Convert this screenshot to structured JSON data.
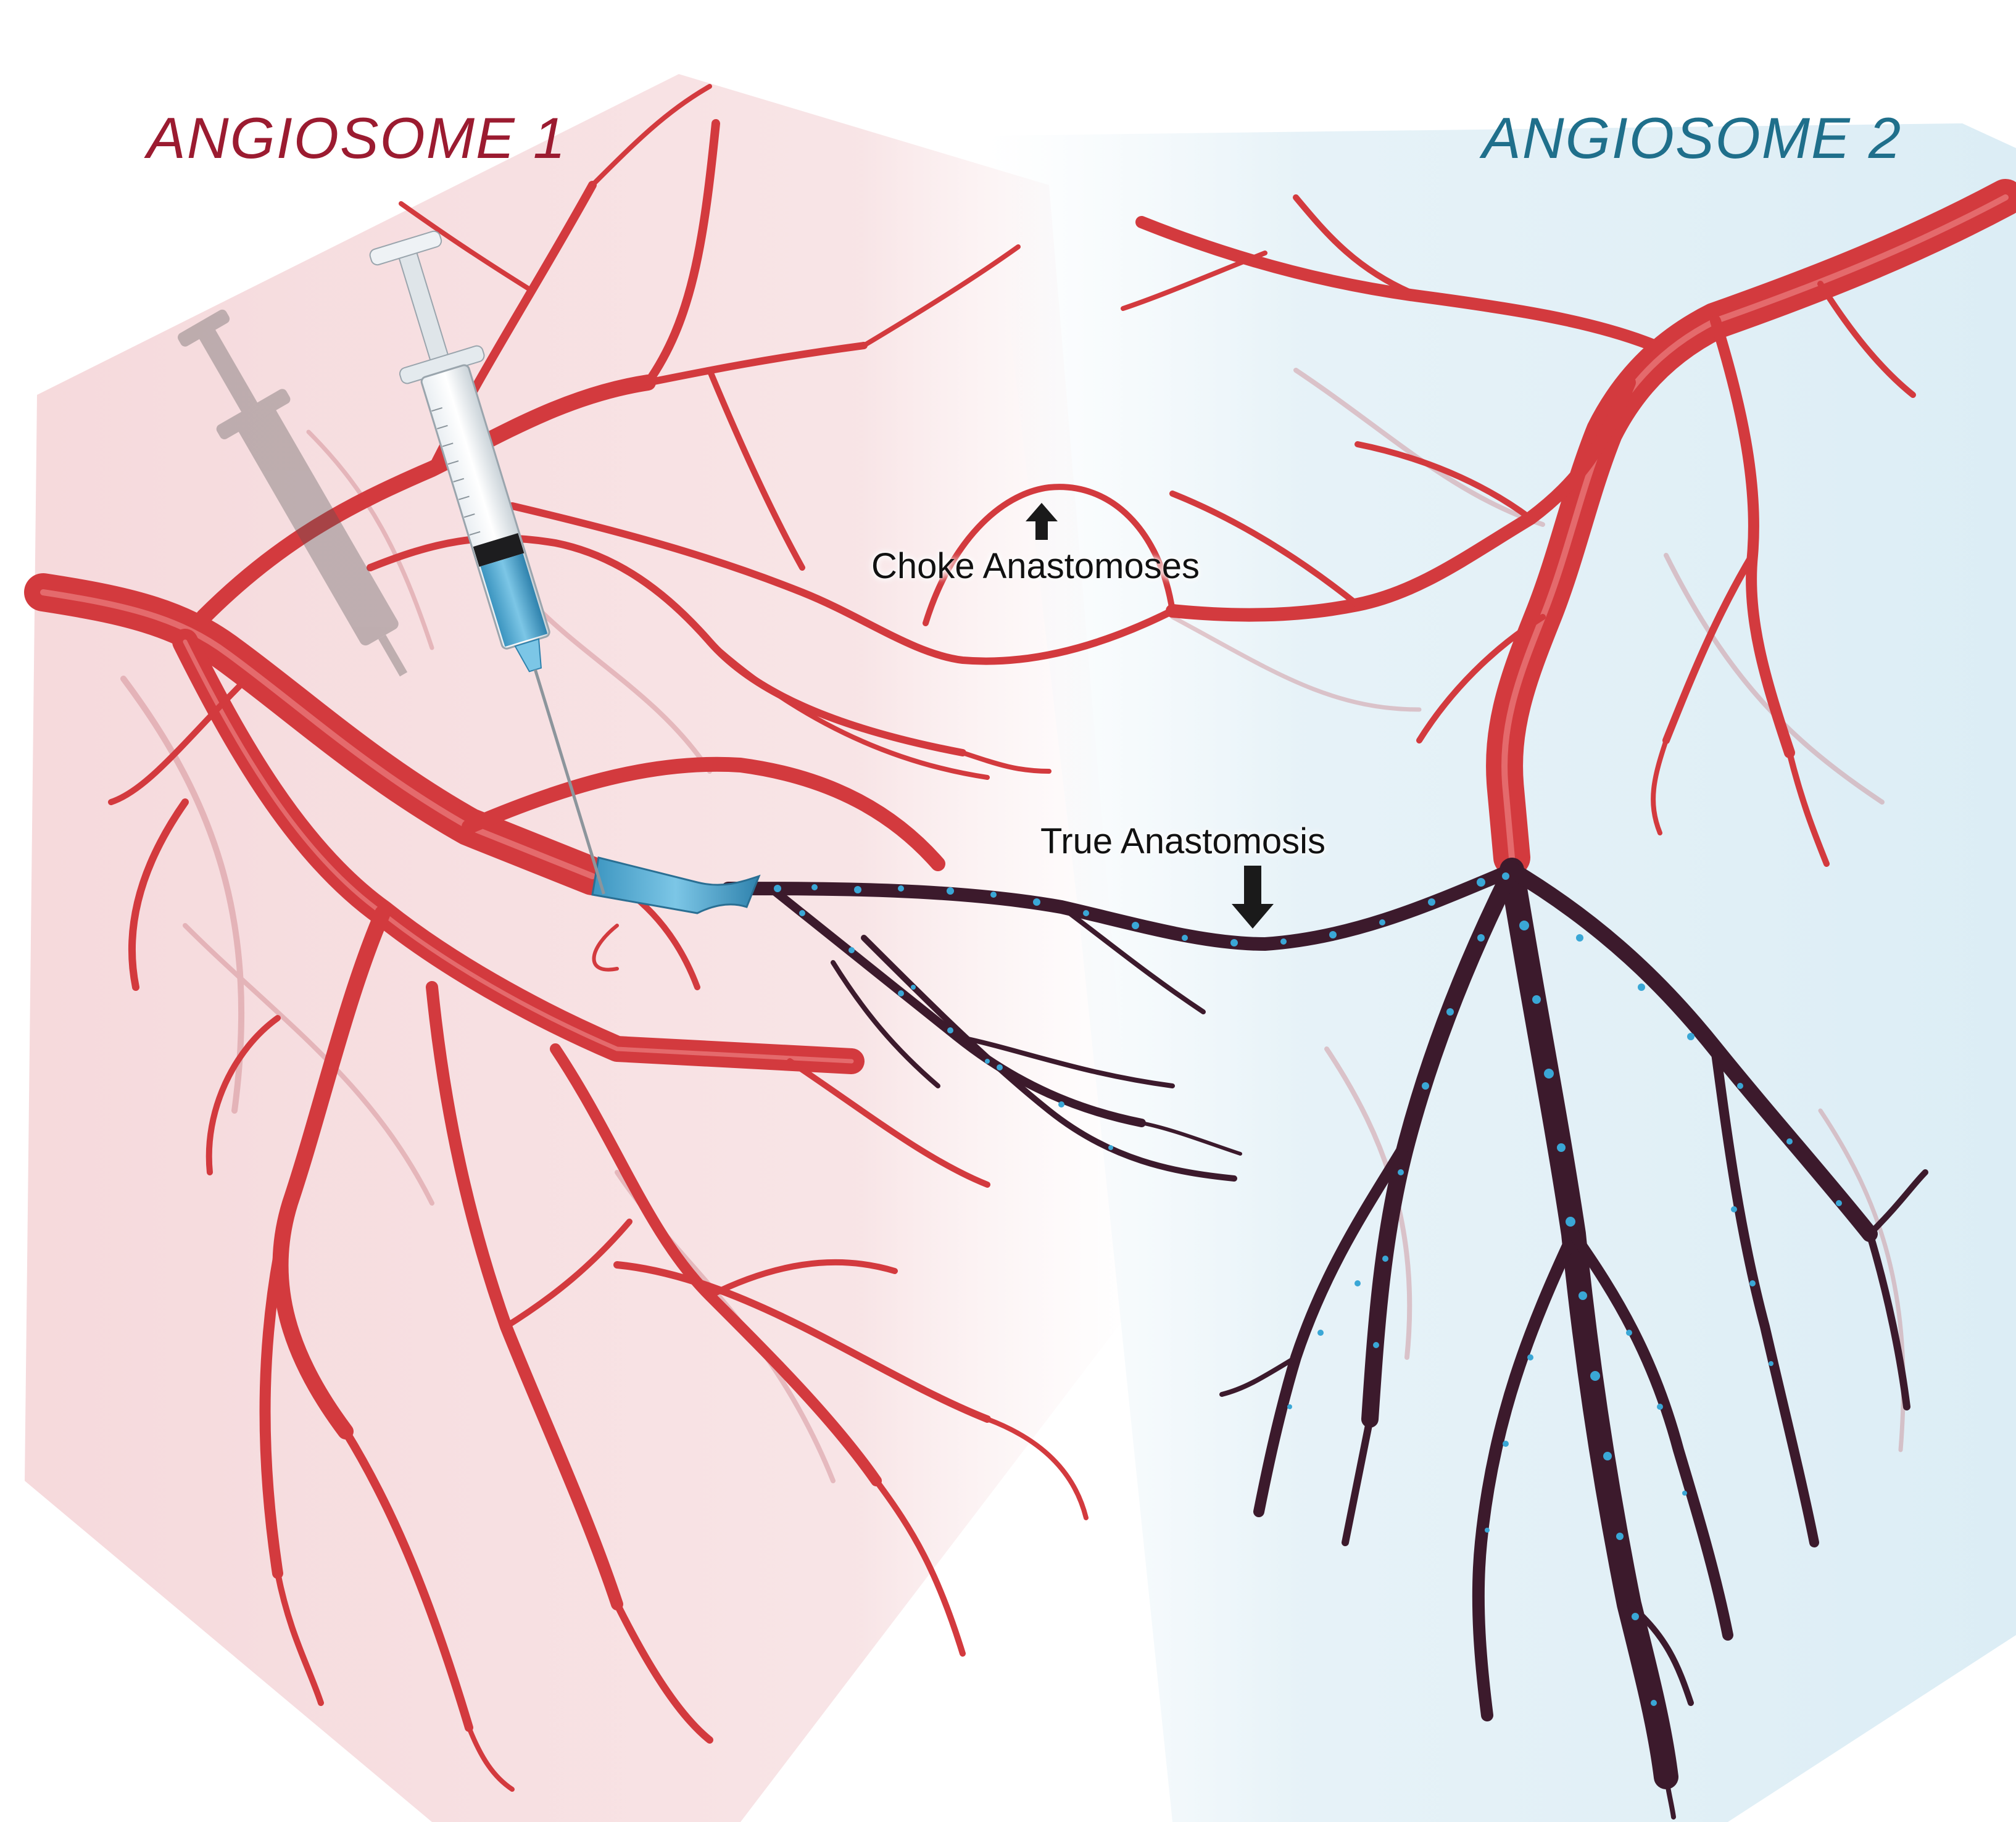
{
  "angiosome_1": {
    "title": "ANGIOSOME 1",
    "color": "#9b1b30"
  },
  "angiosome_2": {
    "title": "ANGIOSOME 2",
    "color": "#1f6f8b"
  },
  "labels": {
    "choke": "Choke Anastomoses",
    "true": "True Anastomosis"
  },
  "colors": {
    "vessel": "#d33a3e",
    "vessel_dark": "#8f1e28",
    "dye_vessel": "#3c1a2c",
    "dye": "#3aa7d6",
    "zone_1": "#f6d9dc",
    "zone_2": "#dcedf5",
    "arrow": "#1a1a1a"
  },
  "icons": [
    "syringe-icon",
    "up-arrow-icon",
    "down-arrow-icon"
  ]
}
